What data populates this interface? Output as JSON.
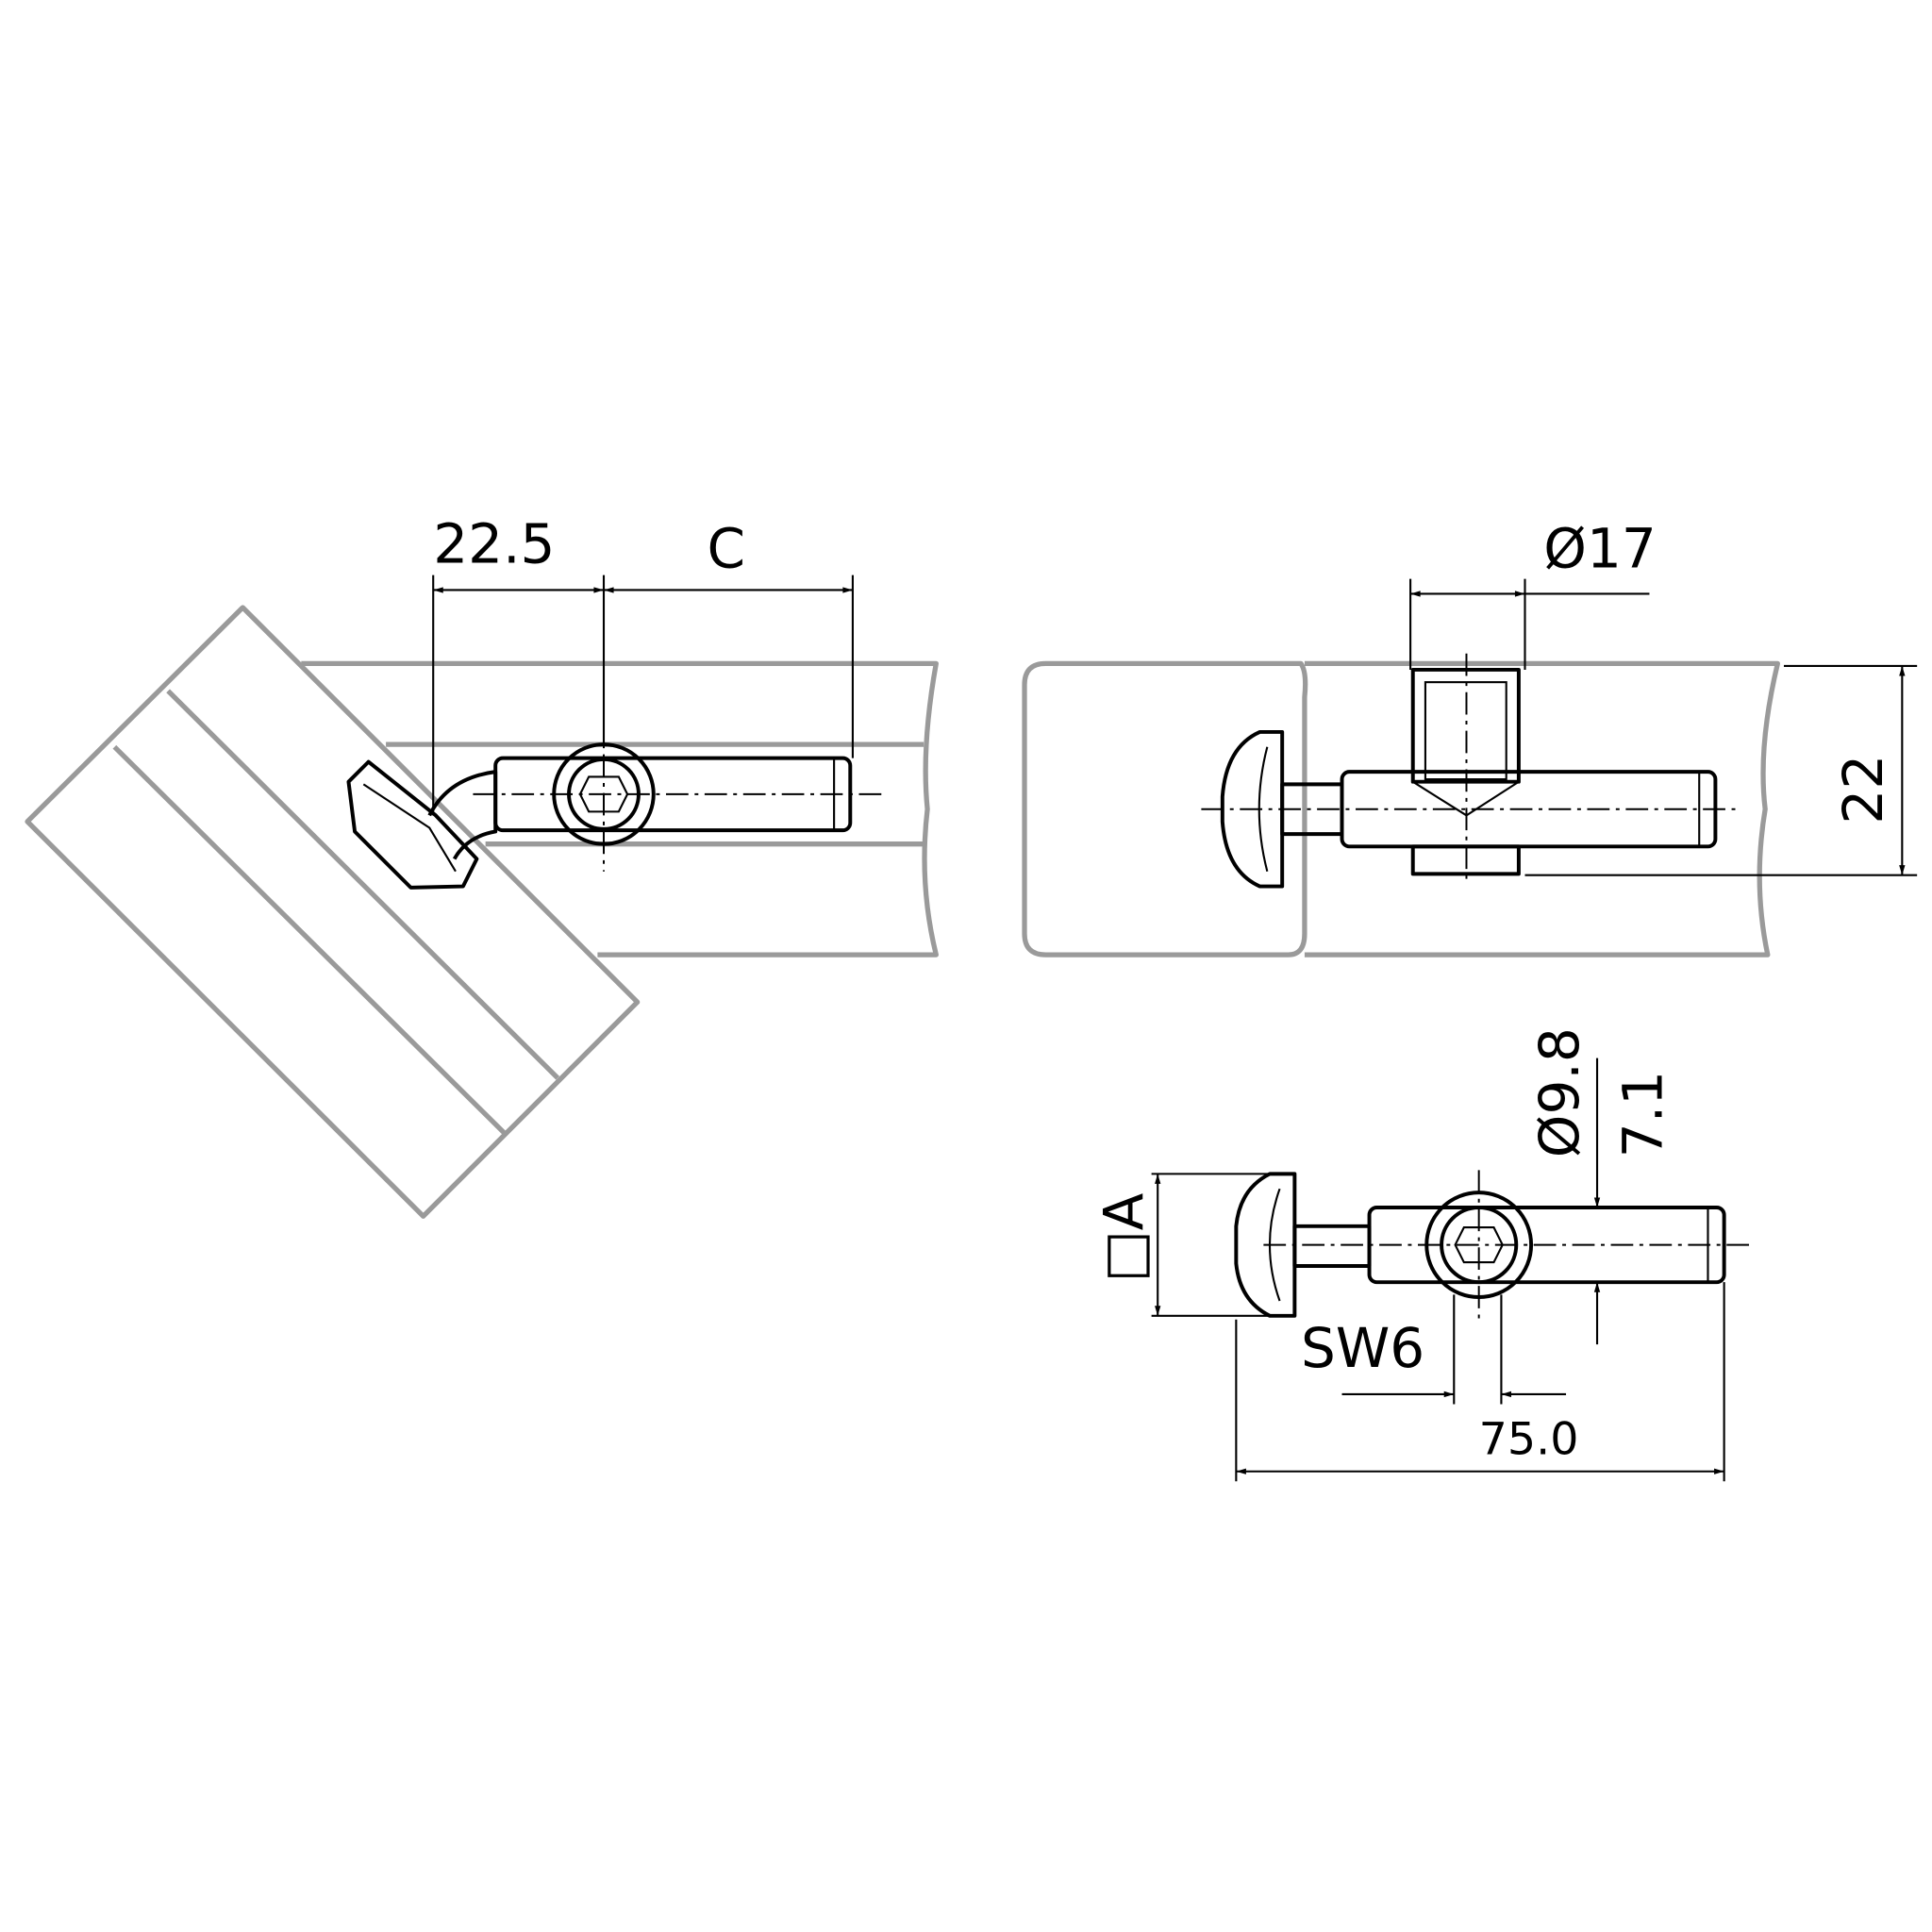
{
  "dimensions": {
    "left_offset": "22.5",
    "left_variable": "C",
    "right_bore_diameter": "Ø17",
    "right_height": "22",
    "bottom_shaft_diameter": "Ø9.8",
    "bottom_shaft_diameter_overlay": "7.1",
    "bottom_head_square": "□A",
    "bottom_wrench_size": "SW6",
    "bottom_total_length": "75.0"
  }
}
